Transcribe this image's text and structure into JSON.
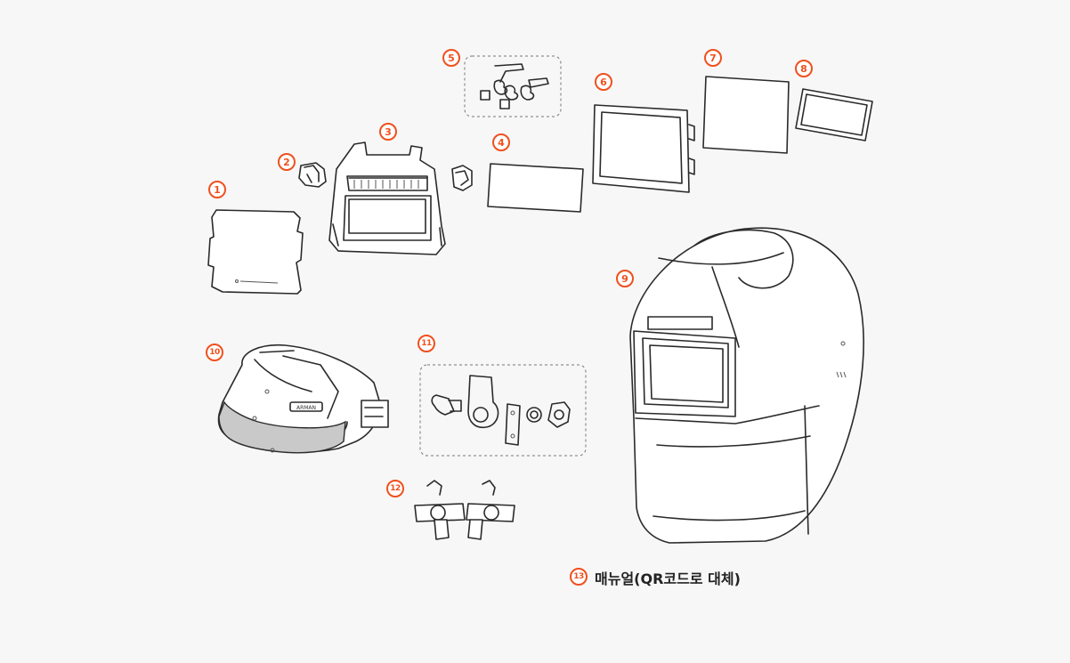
{
  "accent_color": "#f0501e",
  "parts": [
    {
      "number": "1"
    },
    {
      "number": "2"
    },
    {
      "number": "3"
    },
    {
      "number": "4"
    },
    {
      "number": "5"
    },
    {
      "number": "6"
    },
    {
      "number": "7"
    },
    {
      "number": "8"
    },
    {
      "number": "9"
    },
    {
      "number": "10"
    },
    {
      "number": "11"
    },
    {
      "number": "12"
    },
    {
      "number": "13"
    }
  ],
  "manual": {
    "label": "매뉴얼(QR코드로 대체)"
  },
  "headgear_tag": "ARMAN"
}
